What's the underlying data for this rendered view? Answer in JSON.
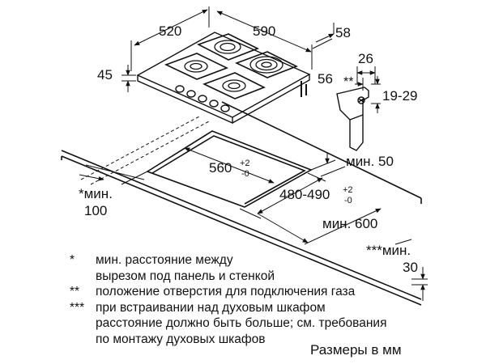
{
  "dims": {
    "depth": "520",
    "width": "590",
    "top_offset": "58",
    "height": "45",
    "bracket_a": "26",
    "bracket_b": "56",
    "bracket_gas": "**",
    "bracket_c": "19-29",
    "cutout_w": "560",
    "cutout_w_tol": "+2",
    "cutout_w_tol2": "-0",
    "cutout_d": "480-490",
    "cutout_d_tol": "+2",
    "cutout_d_tol2": "-0",
    "min50": "мин. 50",
    "min100_a": "*мин.",
    "min100_b": "100",
    "min600": "мин. 600",
    "min30_a": "***мин.",
    "min30_b": "30"
  },
  "notes": [
    {
      "mark": "*",
      "lines": [
        "мин. расстояние между",
        "вырезом под панель и стенкой"
      ]
    },
    {
      "mark": "**",
      "lines": [
        "положение отверстия для подключения газа"
      ]
    },
    {
      "mark": "***",
      "lines": [
        "при встраивании над духовым шкафом",
        "расстояние должно быть больше; см. требования",
        "по монтажу духовых шкафов"
      ]
    }
  ],
  "caption": "Размеры в мм"
}
